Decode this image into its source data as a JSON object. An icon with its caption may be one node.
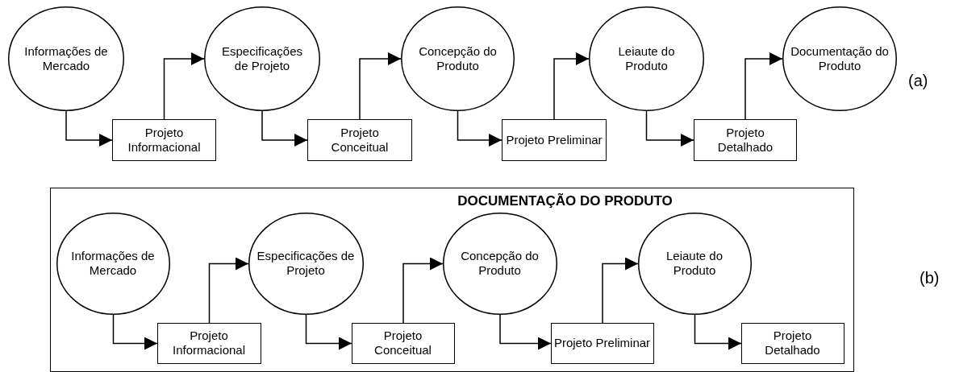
{
  "diagram": {
    "nodes": [
      {
        "text": [
          "Informações de Mercado"
        ]
      },
      {
        "text": [
          "Projeto Informacional"
        ]
      },
      {
        "text": [
          "Especificações de Projeto"
        ]
      },
      {
        "text": [
          "Projeto Conceitual"
        ]
      },
      {
        "text": [
          "Concepção do Produto"
        ]
      },
      {
        "text": [
          "Projeto Preliminar"
        ]
      },
      {
        "text": [
          "Leiaute do Produto"
        ]
      },
      {
        "text": [
          "Projeto Detalhado"
        ]
      },
      {
        "text": [
          "Documentação do Produto"
        ]
      },
      {
        "text": [
          "DOCUMENTAÇÃO DO PRODUTO"
        ]
      },
      {
        "text": [
          "Informações de Mercado"
        ],
        "in": 9
      },
      {
        "text": [
          "Projeto Informacional"
        ],
        "in": 9
      },
      {
        "text": [
          "Especificações de Projeto"
        ],
        "in": 9
      },
      {
        "text": [
          "Projeto Conceitual"
        ],
        "in": 9
      },
      {
        "text": [
          "Concepção do Produto"
        ],
        "in": 9
      },
      {
        "text": [
          "Projeto Preliminar"
        ],
        "in": 9
      },
      {
        "text": [
          "Leiaute do Produto"
        ],
        "in": 9
      },
      {
        "text": [
          "Projeto Detalhado"
        ],
        "in": 9
      }
    ],
    "edges": [
      {
        "from": 0,
        "to": 1,
        "arrow": "to"
      },
      {
        "from": 1,
        "to": 2,
        "arrow": "to"
      },
      {
        "from": 2,
        "to": 3,
        "arrow": "to"
      },
      {
        "from": 3,
        "to": 4,
        "arrow": "to"
      },
      {
        "from": 4,
        "to": 5,
        "arrow": "to"
      },
      {
        "from": 5,
        "to": 6,
        "arrow": "to"
      },
      {
        "from": 6,
        "to": 7,
        "arrow": "to"
      },
      {
        "from": 7,
        "to": 8,
        "arrow": "to"
      },
      {
        "from": 10,
        "to": 11,
        "arrow": "to"
      },
      {
        "from": 11,
        "to": 12,
        "arrow": "to"
      },
      {
        "from": 12,
        "to": 13,
        "arrow": "to"
      },
      {
        "from": 13,
        "to": 14,
        "arrow": "to"
      },
      {
        "from": 14,
        "to": 15,
        "arrow": "to"
      },
      {
        "from": 15,
        "to": 16,
        "arrow": "to"
      },
      {
        "from": 16,
        "to": 17,
        "arrow": "to"
      }
    ],
    "labels": [
      "(a)",
      "(b)"
    ]
  }
}
